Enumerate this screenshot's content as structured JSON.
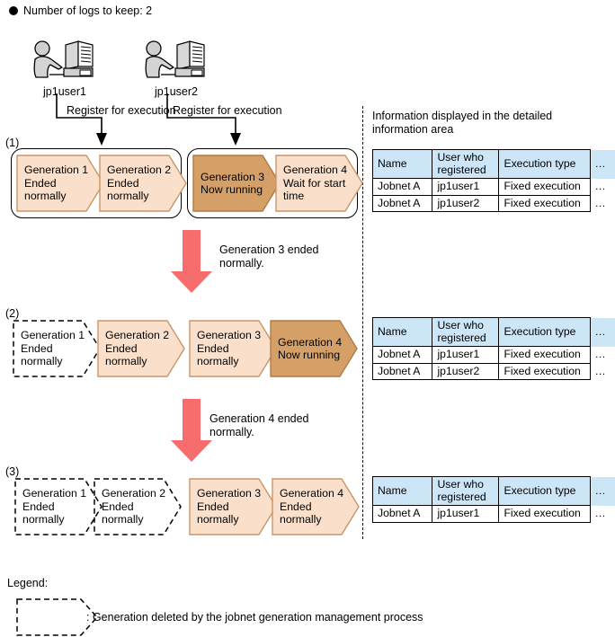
{
  "header": {
    "bullet_icon": "filled-circle-icon",
    "text": "Number of logs to keep: 2"
  },
  "users": [
    {
      "icon": "user-at-computer-icon",
      "label": "jp1user1",
      "action_label": "Register for\nexecution"
    },
    {
      "icon": "user-at-computer-icon",
      "label": "jp1user2",
      "action_label": "Register for\nexecution"
    }
  ],
  "steps": [
    {
      "number": "(1)",
      "generations": [
        {
          "title": "Generation 1",
          "status": "Ended\nnormally",
          "state": "ended",
          "deleted": false
        },
        {
          "title": "Generation 2",
          "status": "Ended\nnormally",
          "state": "ended",
          "deleted": false
        },
        {
          "title": "Generation 3",
          "status": "Now running",
          "state": "running",
          "deleted": false
        },
        {
          "title": "Generation 4",
          "status": "Wait for start\ntime",
          "state": "waiting",
          "deleted": false
        }
      ]
    },
    {
      "number": "(2)",
      "generations": [
        {
          "title": "Generation 1",
          "status": "Ended\nnormally",
          "state": "ended",
          "deleted": true
        },
        {
          "title": "Generation 2",
          "status": "Ended\nnormally",
          "state": "ended",
          "deleted": false
        },
        {
          "title": "Generation 3",
          "status": "Ended\nnormally",
          "state": "ended",
          "deleted": false
        },
        {
          "title": "Generation 4",
          "status": "Now running",
          "state": "running",
          "deleted": false
        }
      ]
    },
    {
      "number": "(3)",
      "generations": [
        {
          "title": "Generation 1",
          "status": "Ended\nnormally",
          "state": "ended",
          "deleted": true
        },
        {
          "title": "Generation 2",
          "status": "Ended\nnormally",
          "state": "ended",
          "deleted": true
        },
        {
          "title": "Generation 3",
          "status": "Ended\nnormally",
          "state": "ended",
          "deleted": false
        },
        {
          "title": "Generation 4",
          "status": "Ended\nnormally",
          "state": "ended",
          "deleted": false
        }
      ]
    }
  ],
  "transitions": [
    {
      "icon": "down-arrow-icon",
      "text": "Generation 3 ended\nnormally."
    },
    {
      "icon": "down-arrow-icon",
      "text": "Generation 4 ended\nnormally."
    }
  ],
  "right_panel": {
    "caption": "Information displayed in the detailed\ninformation area",
    "columns": [
      "Name",
      "User who\nregistered",
      "Execution type"
    ],
    "overflow_marker": "…",
    "tables": [
      {
        "rows": [
          [
            "Jobnet A",
            "jp1user1",
            "Fixed execution"
          ],
          [
            "Jobnet A",
            "jp1user2",
            "Fixed execution"
          ]
        ]
      },
      {
        "rows": [
          [
            "Jobnet A",
            "jp1user1",
            "Fixed execution"
          ],
          [
            "Jobnet A",
            "jp1user2",
            "Fixed execution"
          ]
        ]
      },
      {
        "rows": [
          [
            "Jobnet A",
            "jp1user1",
            "Fixed execution"
          ]
        ]
      }
    ]
  },
  "legend": {
    "title": "Legend:",
    "swatch_icon": "dashed-generation-shape-icon",
    "description": ": Generation deleted by the jobnet generation management process"
  },
  "colors": {
    "generation_ended": "#FAE0CB",
    "generation_running": "#D8A островA76",
    "generation_running_fill": "#D5A068",
    "generation_border": "#C8966A",
    "table_header": "#CCE5F7",
    "arrow_red": "#F76C6C",
    "outline": "#000000"
  }
}
